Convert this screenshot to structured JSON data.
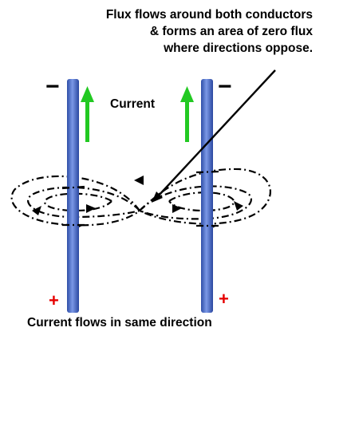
{
  "annotation": {
    "line1": "Flux flows around both conductors",
    "line2": "& forms an area of zero flux",
    "line3": "where directions oppose."
  },
  "labels": {
    "current": "Current",
    "caption": "Current flows in same direction"
  },
  "polarity": {
    "top": "−",
    "bottom": "+"
  },
  "colors": {
    "conductor": "#4a6fc7",
    "arrow": "#22c922",
    "plus": "#e60000",
    "flux": "#000000"
  }
}
